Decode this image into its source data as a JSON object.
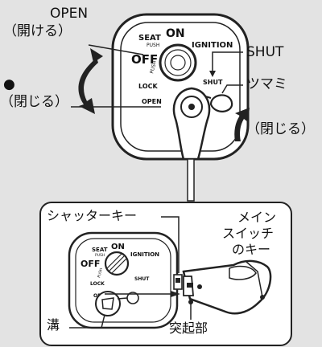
{
  "top": {
    "open_label": "OPEN",
    "open_jp": "（開ける）",
    "close_dot": "●",
    "close_jp_left": "（閉じる）",
    "shut_label": "SHUT",
    "knob_label": "ツマミ",
    "close_jp_right": "（閉じる）",
    "switch": {
      "seat": "SEAT",
      "push": "PUSH",
      "on": "ON",
      "ignition": "IGNITION",
      "off": "OFF",
      "push2": "PUSH",
      "lock": "LOCK",
      "shut": "SHUT",
      "open": "OPEN"
    }
  },
  "inset": {
    "shutter_key": "シャッターキー",
    "main_switch_key_1": "メイン",
    "main_switch_key_2": "スイッチ",
    "main_switch_key_3": "のキー",
    "groove": "溝",
    "protrusion": "突起部",
    "switch": {
      "seat": "SEAT",
      "push": "PUSH",
      "on": "ON",
      "ignition": "IGNITION",
      "off": "OFF",
      "push2": "PUSH",
      "lock": "LOCK",
      "shut": "SHUT",
      "open": "OPEN"
    }
  }
}
